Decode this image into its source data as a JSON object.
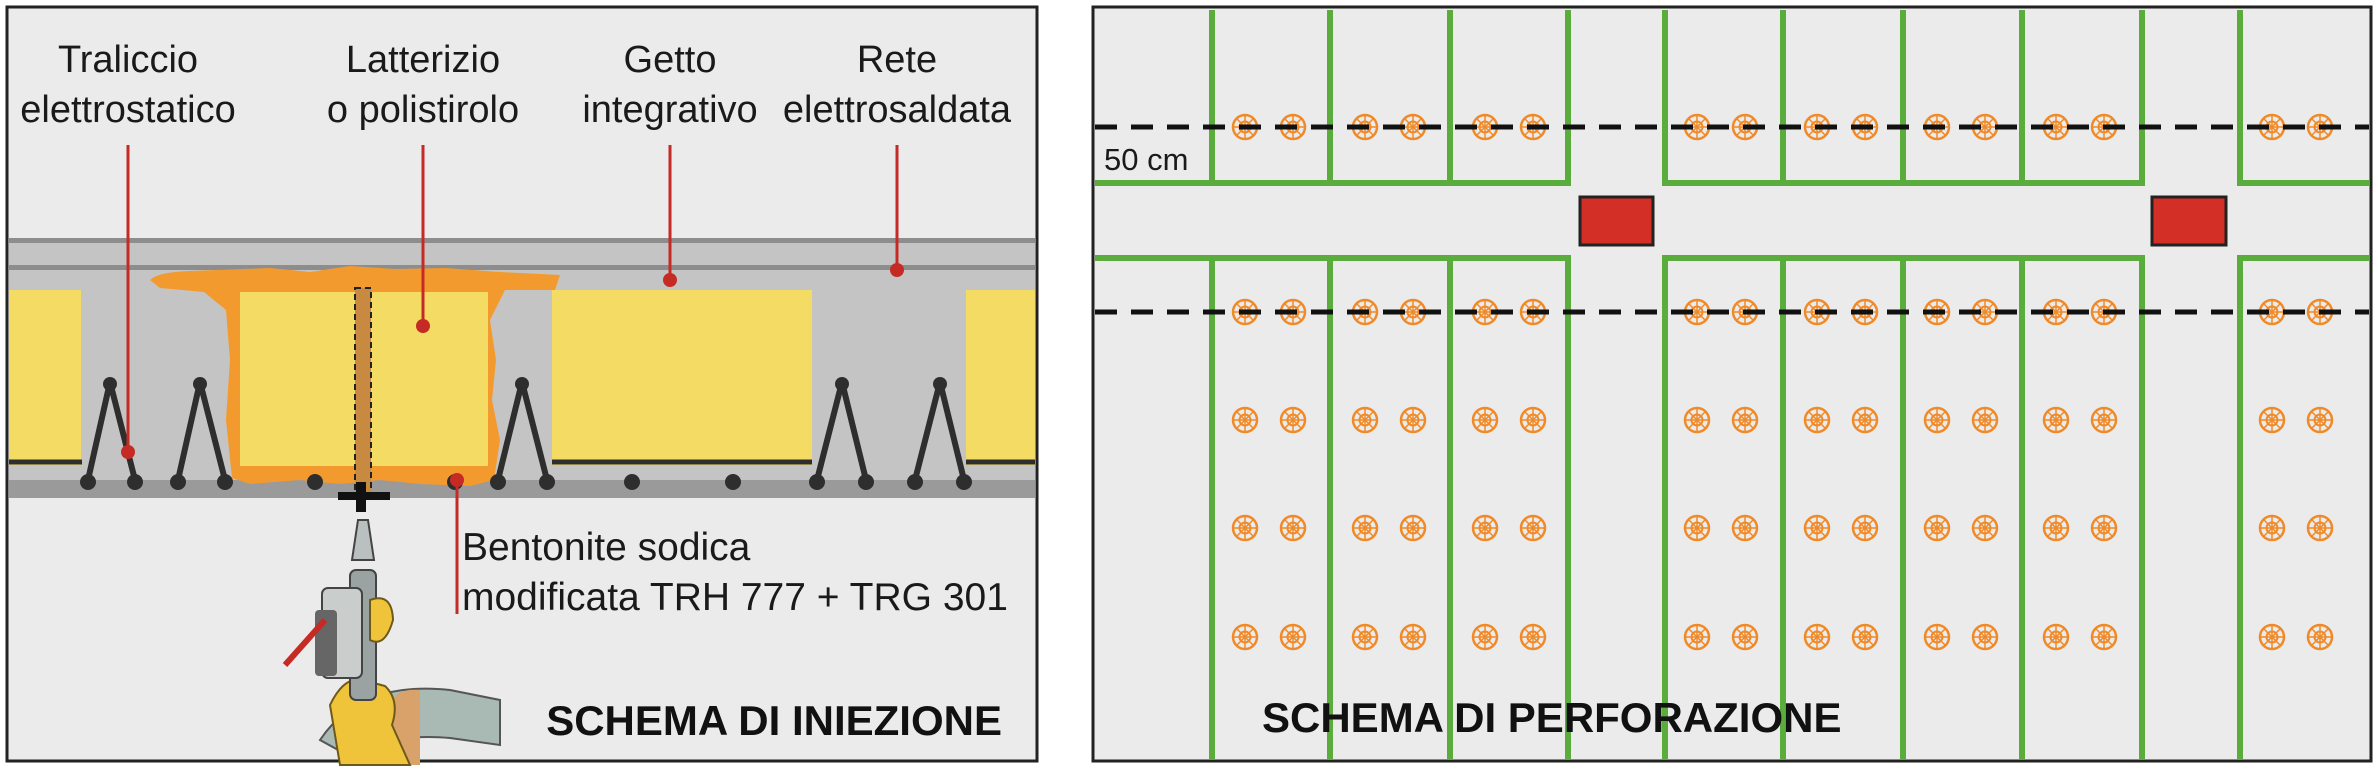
{
  "left_panel": {
    "labels": {
      "traliccio_line1": "Traliccio",
      "traliccio_line2": "elettrostatico",
      "latterizio_line1": "Latterizio",
      "latterizio_line2": "o polistirolo",
      "getto_line1": "Getto",
      "getto_line2": "integrativo",
      "rete_line1": "Rete",
      "rete_line2": "elettrosaldata",
      "bentonite_line1": "Bentonite sodica",
      "bentonite_line2": "modificata TRH 777 + TRG 301"
    },
    "title": "SCHEMA DI INIEZIONE"
  },
  "right_panel": {
    "title": "SCHEMA DI PERFORAZIONE",
    "dimension_label": "50 cm"
  },
  "colors": {
    "slab_grey": "#c4c4c4",
    "block_yellow": "#f4dc64",
    "bentonite_orange": "#f39a2e",
    "leader_red": "#c62a24",
    "joist_green": "#5aac3c",
    "hole_orange": "#f08a28",
    "background_grey": "#ebebeb",
    "red_block": "#d42f27"
  }
}
